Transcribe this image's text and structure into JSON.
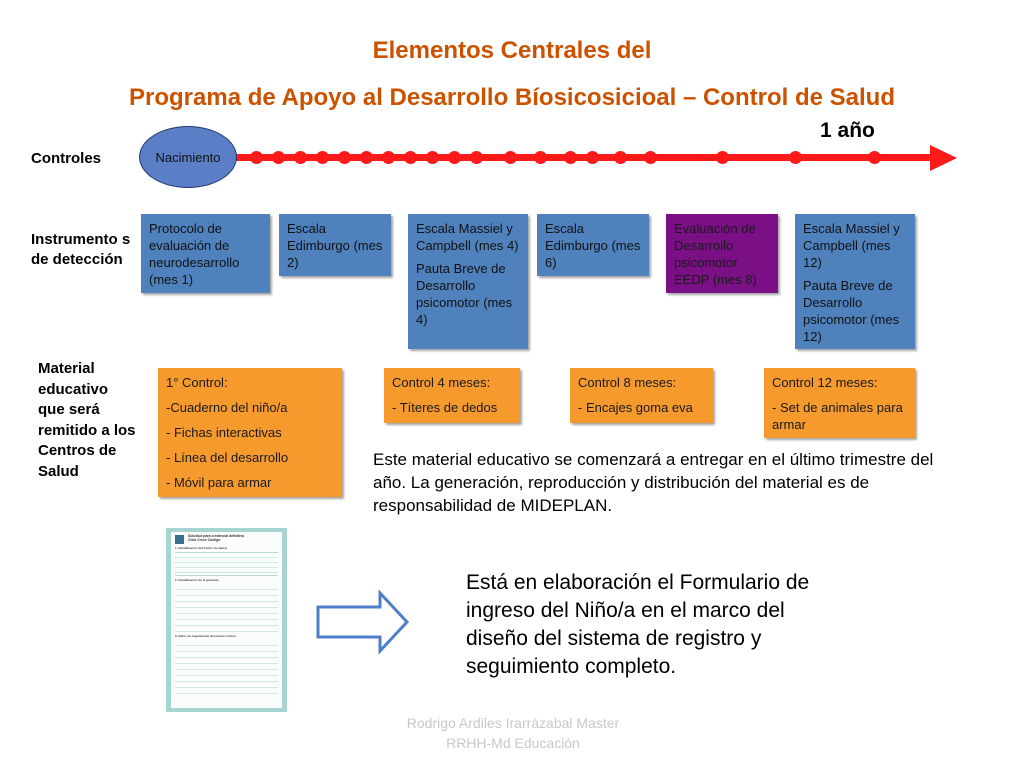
{
  "title": {
    "line1": "Elementos Centrales del",
    "line2": "Programa de Apoyo al Desarrollo Bíosicosicioal – Control de Salud"
  },
  "timeline": {
    "end_label": "1 año",
    "start_label": "Nacimiento",
    "dot_count": 20
  },
  "rows": {
    "controles": "Controles",
    "instrumentos": "Instrumento s de detección",
    "material": "Material educativo que será remitido a los Centros de Salud"
  },
  "instruments": [
    {
      "texts": [
        "Protocolo de evaluación de neurodesarrollo (mes 1)"
      ]
    },
    {
      "texts": [
        "Escala Edimburgo (mes 2)"
      ]
    },
    {
      "texts": [
        "Escala Massiel y Campbell (mes 4)",
        "Pauta Breve de Desarrollo psicomotor (mes 4)"
      ]
    },
    {
      "texts": [
        "Escala Edimburgo (mes 6)"
      ]
    },
    {
      "texts": [
        "Evaluación de Desarrollo psicomotor EEDP (mes 8)"
      ]
    },
    {
      "texts": [
        "Escala Massiel y Campbell (mes 12)",
        "Pauta Breve de Desarrollo psicomotor (mes 12)"
      ]
    }
  ],
  "materials": [
    {
      "items": [
        "1° Control:",
        "-Cuaderno del niño/a",
        "- Fichas interactivas",
        "- Línea del desarrollo",
        "- Móvil para armar"
      ]
    },
    {
      "items": [
        "Control 4 meses:",
        "- Títeres de dedos"
      ]
    },
    {
      "items": [
        "Control 8 meses:",
        "- Encajes goma eva"
      ]
    },
    {
      "items": [
        "Control 12 meses:",
        "- Set de animales para armar"
      ]
    }
  ],
  "note": "Este material educativo se comenzará a entregar en el último trimestre del año. La generación, reproducción y distribución del material es de responsabilidad de MIDEPLAN.",
  "form_thumbnail": {
    "title": "Solicitud para credencial definitiva",
    "subtitle": "Chile Crece Contigo",
    "sections": [
      "1. Identificación del Centro de Salud",
      "2. Identificación de la gestante",
      "3. Datos de seguimiento del primer control"
    ]
  },
  "formulario": "Está en elaboración el Formulario de ingreso del Niño/a en el marco del diseño del sistema de registro y seguimiento completo.",
  "footer": {
    "line1": "Rodrigo Ardiles Irarrázabal Master",
    "line2": "RRHH-Md Educación"
  },
  "colors": {
    "title": "#cc5200",
    "timeline": "#ff1a1a",
    "instrument_box": "#4f81bd",
    "eedp_box": "#7b0f85",
    "material_box": "#f79a2e",
    "ellipse": "#5b7fc7",
    "arrow": "#4f7ec9"
  }
}
